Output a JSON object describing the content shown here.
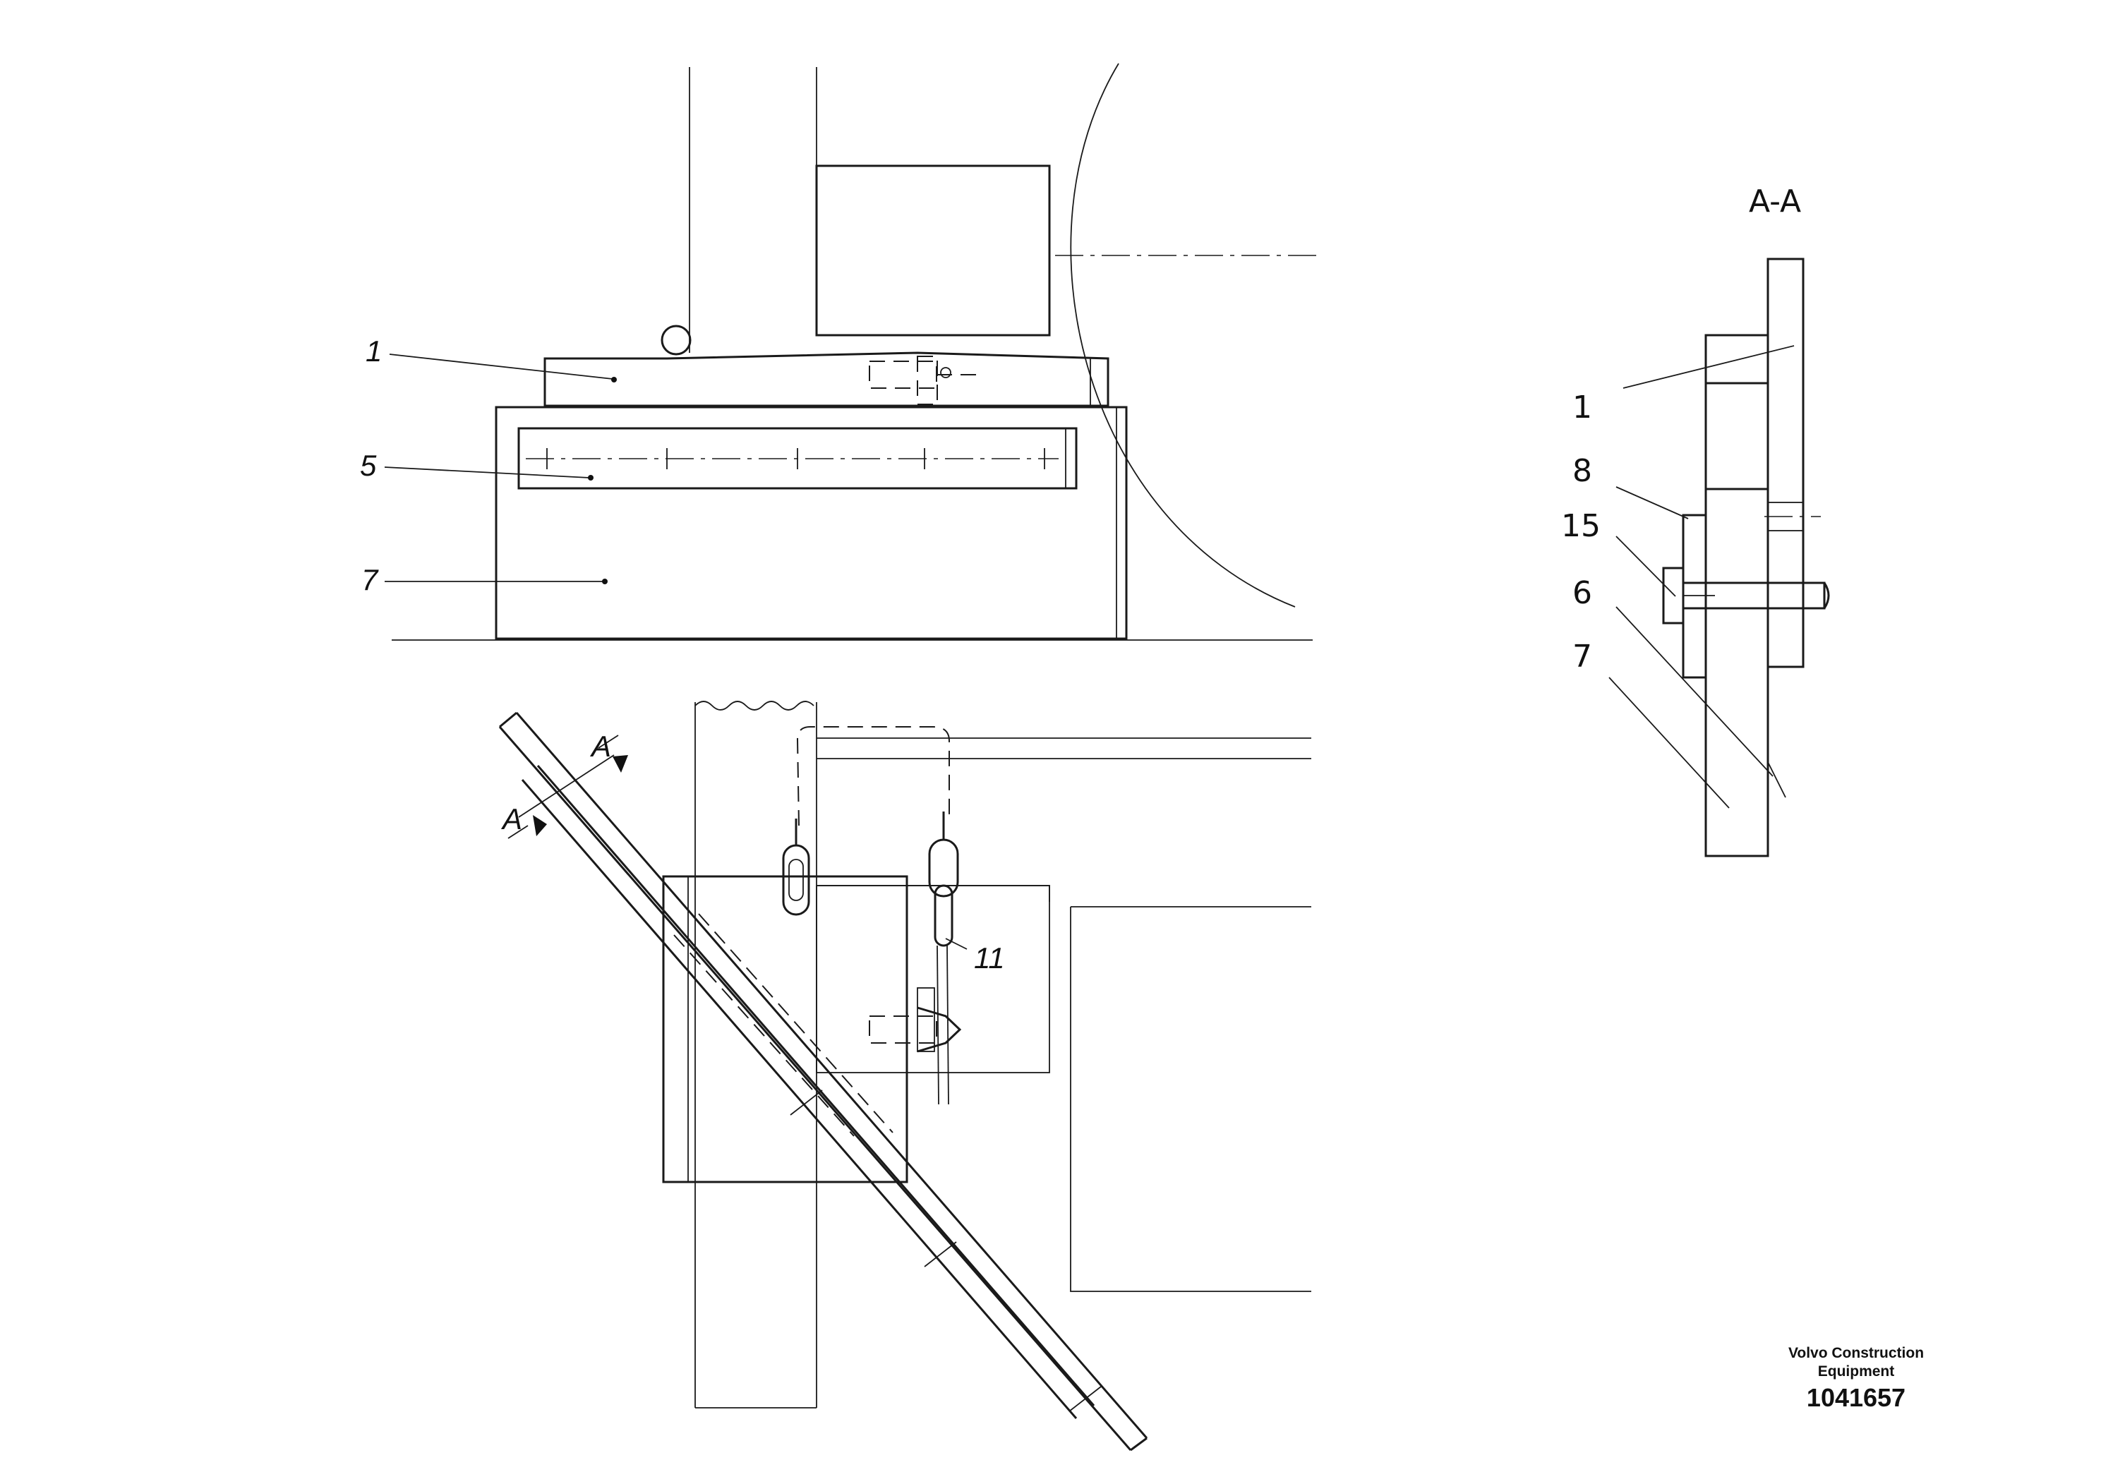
{
  "section_title": "A-A",
  "top_view_labels": {
    "item_1": "1",
    "item_5": "5",
    "item_7": "7"
  },
  "plan_view_labels": {
    "section_arrow_left": "A",
    "section_arrow_right": "A",
    "item_11": "11"
  },
  "section_labels": {
    "item_1": "1",
    "item_8": "8",
    "item_15": "15",
    "item_6": "6",
    "item_7": "7"
  },
  "footer": {
    "brand_line1": "Volvo Construction",
    "brand_line2": "Equipment",
    "part_number": "1041657"
  }
}
